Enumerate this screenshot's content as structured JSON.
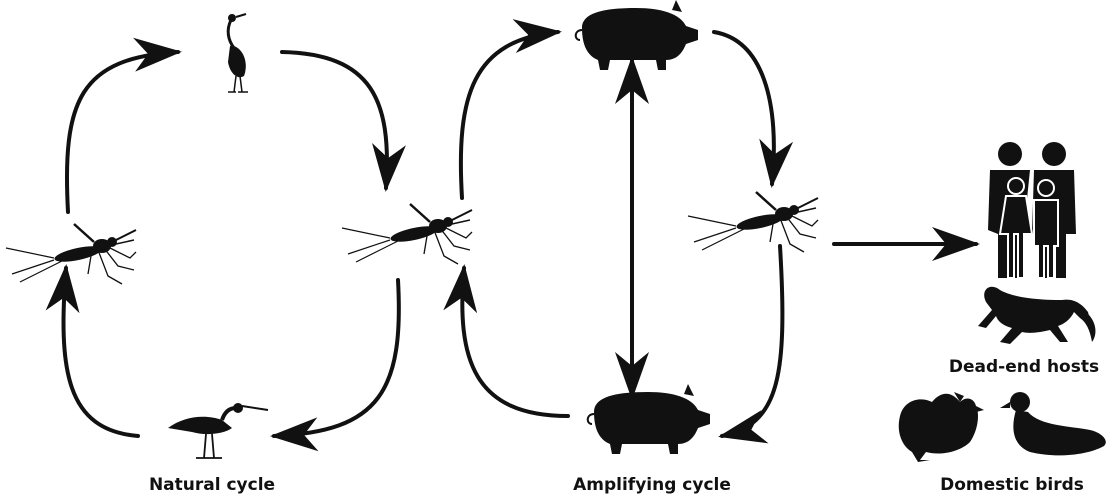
{
  "captions": {
    "natural_cycle": "Natural cycle",
    "amplifying_cycle": "Amplifying cycle",
    "dead_end_hosts": "Dead-end hosts",
    "domestic_birds": "Domestic birds"
  },
  "icons": {
    "mosquito": "mosquito-icon",
    "wading_bird": "heron-icon",
    "pig": "pig-icon",
    "humans": "family-icon",
    "horse": "horse-icon",
    "chicken": "chicken-icon",
    "duck": "duck-icon"
  },
  "colors": {
    "ink": "#111111",
    "background": "#ffffff"
  }
}
